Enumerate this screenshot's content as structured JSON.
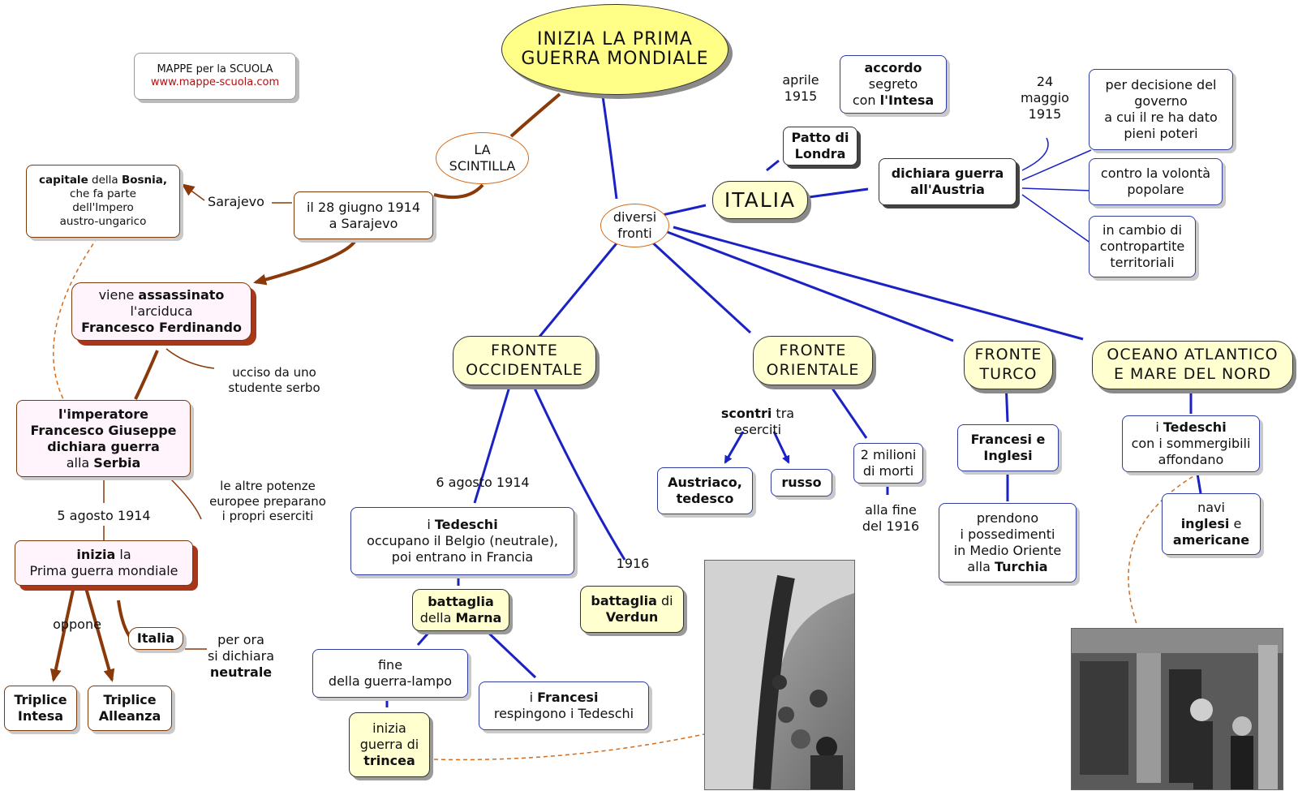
{
  "watermark": {
    "line1": "MAPPE per la SCUOLA",
    "line2": "www.mappe-scuola.com"
  },
  "title": {
    "line1": "INIZIA LA PRIMA",
    "line2": "GUERRA MONDIALE"
  },
  "scintilla": {
    "line1": "LA",
    "line2": "SCINTILLA"
  },
  "date_28_giugno": {
    "line1": "il 28 giugno 1914",
    "line2": "a Sarajevo"
  },
  "sarajevo_label": "Sarajevo",
  "capitale": {
    "b1": "capitale",
    "t1": " della ",
    "b2": "Bosnia,",
    "line2": "che fa parte",
    "line3": "dell'Impero",
    "line4": "austro-ungarico"
  },
  "assassinato": {
    "t1": "viene ",
    "b1": "assassinato",
    "line2": "l'arciduca",
    "line3": "Francesco Ferdinando"
  },
  "ucciso": {
    "line1": "ucciso da uno",
    "line2": "studente serbo"
  },
  "imperatore": {
    "line1": "l'imperatore",
    "line2": "Francesco Giuseppe",
    "line3": "dichiara guerra",
    "t4": "alla ",
    "b4": "Serbia"
  },
  "altre_potenze": {
    "line1": "le altre potenze",
    "line2": "europee preparano",
    "line3": "i propri eserciti"
  },
  "agosto5_label": "5 agosto 1914",
  "inizia": {
    "b1": "inizia",
    "t1": " la",
    "line2": "Prima guerra mondiale"
  },
  "oppone_label": "oppone",
  "italia_small": "Italia",
  "per_ora": {
    "line1": "per ora",
    "line2": "si dichiara",
    "line3": "neutrale"
  },
  "triplice_intesa": {
    "line1": "Triplice",
    "line2": "Intesa"
  },
  "triplice_alleanza": {
    "line1": "Triplice",
    "line2": "Alleanza"
  },
  "diversi_fronti": {
    "line1": "diversi",
    "line2": "fronti"
  },
  "italia": "ITALIA",
  "aprile_label": {
    "line1": "aprile",
    "line2": "1915"
  },
  "accordo": {
    "line1": "accordo",
    "line2": "segreto",
    "t3": "con ",
    "b3": "l'Intesa"
  },
  "patto": {
    "line1": "Patto di",
    "line2": "Londra"
  },
  "maggio_label": {
    "line1": "24",
    "line2": "maggio",
    "line3": "1915"
  },
  "dichiara_austria": {
    "line1": "dichiara guerra",
    "line2": "all'Austria"
  },
  "per_decisione": {
    "line1": "per decisione del",
    "line2": "governo",
    "line3": "a cui il re ha dato",
    "line4": "pieni poteri"
  },
  "contro_volonta": {
    "line1": "contro la volontà",
    "line2": "popolare"
  },
  "in_cambio": {
    "line1": "in cambio di",
    "line2": "contropartite",
    "line3": "territoriali"
  },
  "fronte_occ": {
    "line1": "FRONTE",
    "line2": "OCCIDENTALE"
  },
  "fronte_or": {
    "line1": "FRONTE",
    "line2": "ORIENTALE"
  },
  "fronte_turco": {
    "line1": "FRONTE",
    "line2": "TURCO"
  },
  "oceano": {
    "line1": "OCEANO ATLANTICO",
    "line2": "E MARE DEL NORD"
  },
  "agosto6_label": "6 agosto 1914",
  "tedeschi_belgio": {
    "t1": "i ",
    "b1": "Tedeschi",
    "line2": "occupano il Belgio (neutrale),",
    "line3": "poi entrano in Francia"
  },
  "marna": {
    "line1": "battaglia",
    "t2": "della ",
    "b2": "Marna"
  },
  "fine_lampo": {
    "line1": "fine",
    "line2": "della guerra-lampo"
  },
  "francesi": {
    "t1": "i ",
    "b1": "Francesi",
    "line2": "respingono i Tedeschi"
  },
  "inizia_trincea": {
    "line1": "inizia",
    "line2": "guerra di",
    "line3": "trincea"
  },
  "label_1916": "1916",
  "verdun": {
    "b1": "battaglia",
    "t1": " di",
    "line2": "Verdun"
  },
  "scontri": {
    "b1": "scontri",
    "t1": " tra",
    "line2": "eserciti"
  },
  "austriaco": {
    "line1": "Austriaco,",
    "line2": "tedesco"
  },
  "russo": "russo",
  "milioni": {
    "line1": "2 milioni",
    "line2": "di morti"
  },
  "fine_1916": {
    "line1": "alla fine",
    "line2": "del 1916"
  },
  "francesi_inglesi": {
    "line1": "Francesi e",
    "line2": "Inglesi"
  },
  "prendono": {
    "line1": "prendono",
    "line2": "i possedimenti",
    "line3": "in Medio Oriente",
    "t4": "alla ",
    "b4": "Turchia"
  },
  "tedeschi_sommergibili": {
    "t1": "i ",
    "b1": "Tedeschi",
    "line2": "con i sommergibili",
    "line3": "affondano"
  },
  "navi": {
    "line1": "navi",
    "b2": "inglesi",
    "t2": " e",
    "line3": "americane"
  },
  "colors": {
    "blue_link": "#1a22c4",
    "brown_link": "#8a3a0a",
    "orange_dash": "#d46c1c",
    "title_fill": "#ffff88",
    "pill_fill": "#ffffd0"
  }
}
